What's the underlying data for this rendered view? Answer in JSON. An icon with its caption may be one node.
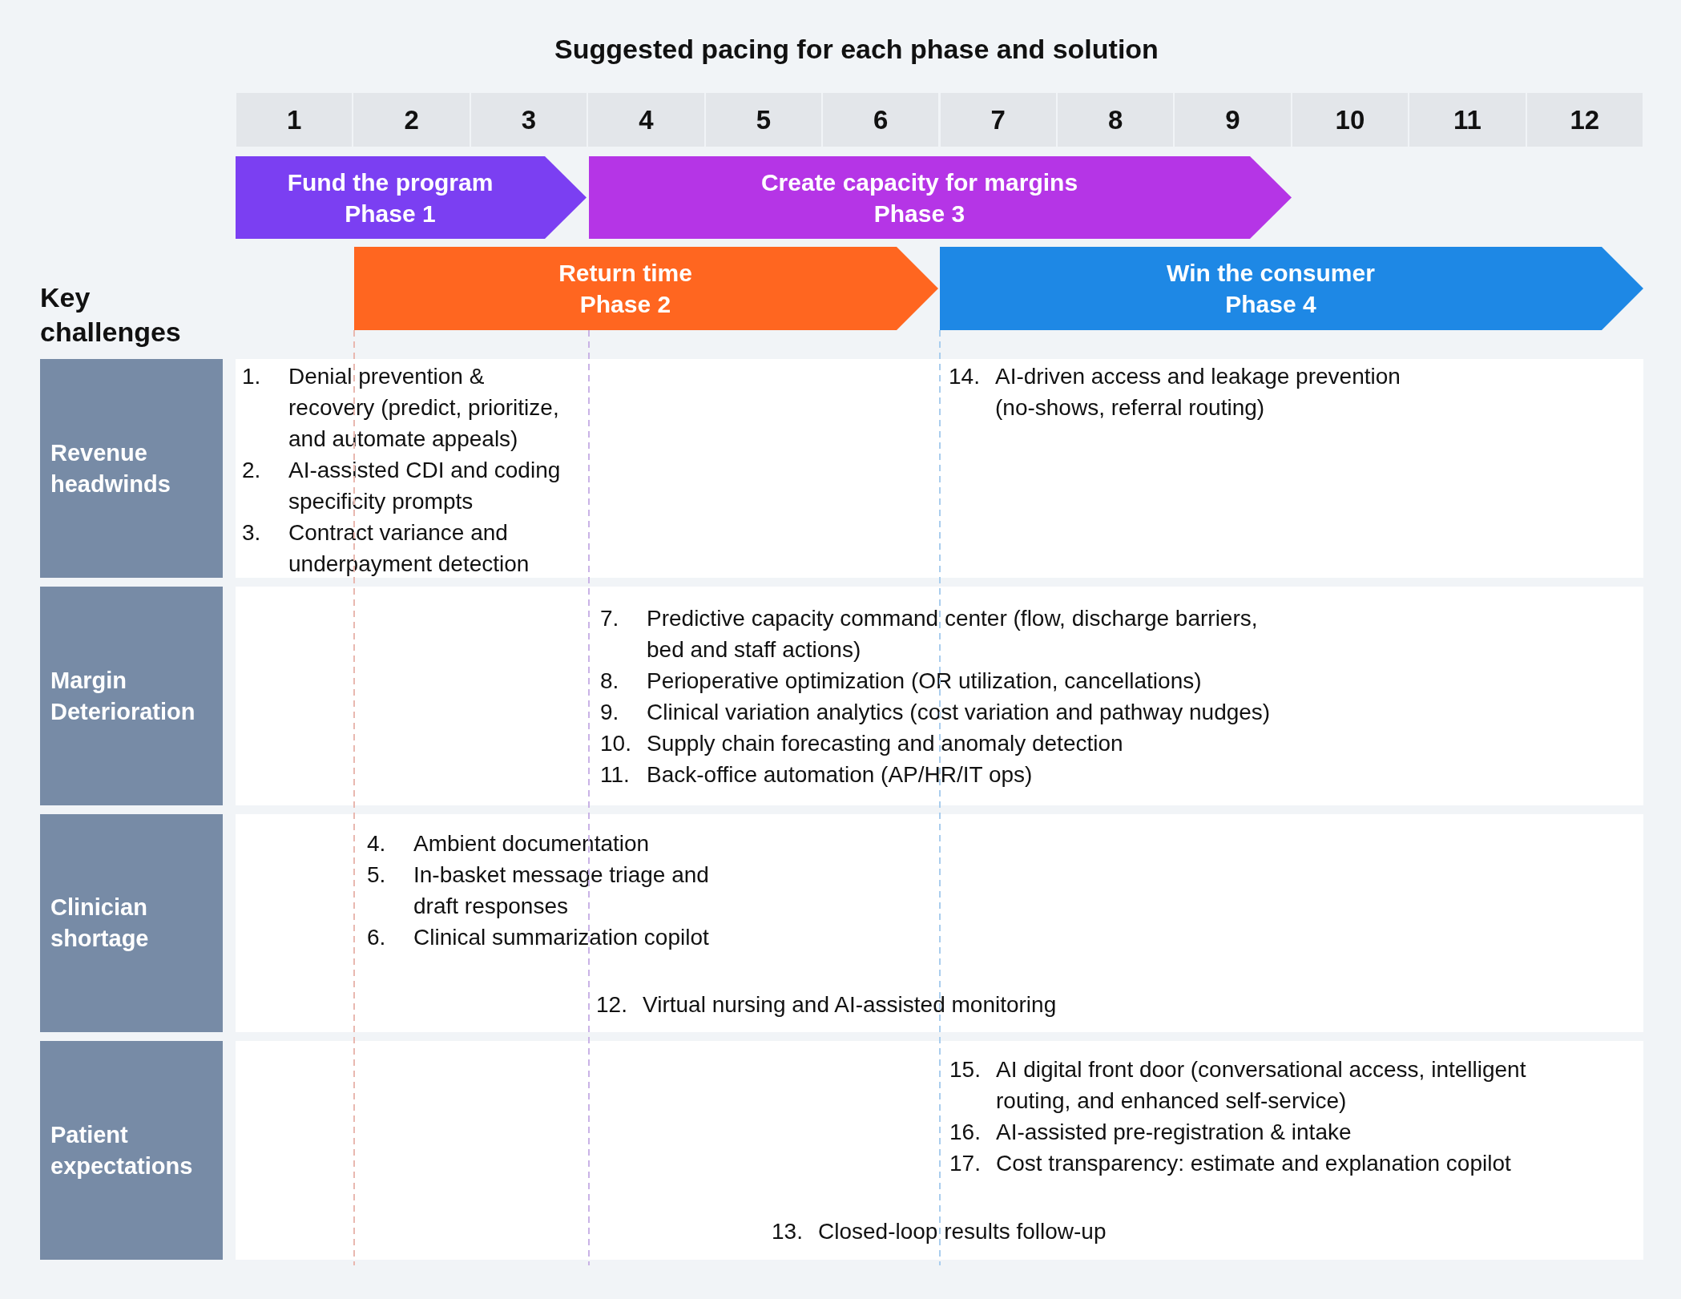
{
  "diagram": {
    "title": "Suggested pacing for each phase and solution",
    "nodes": [
      {
        "text": [
          "Fund the program",
          "Phase 1"
        ]
      },
      {
        "text": [
          "Create capacity for margins",
          "Phase 3"
        ]
      },
      {
        "text": [
          "Return time",
          "Phase 2"
        ]
      },
      {
        "text": [
          "Win the consumer",
          "Phase 4"
        ]
      },
      {
        "text": [
          "Revenue headwinds"
        ]
      },
      {
        "text": [
          "1. Denial prevention & recovery (predict, prioritize, and automate appeals)",
          "2. AI-assisted CDI and coding specificity prompts",
          "3. Contract variance and underpayment detection",
          "14. AI-driven access and leakage prevention (no-shows, referral routing)"
        ]
      },
      {
        "text": [
          "Margin Deterioration"
        ]
      },
      {
        "text": [
          "7. Predictive capacity command center (flow, discharge barriers, bed and staff actions)",
          "8. Perioperative optimization (OR utilization, cancellations)",
          "9. Clinical variation analytics (cost variation and pathway nudges)",
          "10. Supply chain forecasting and anomaly detection",
          "11. Back-office automation (AP/HR/IT ops)"
        ]
      },
      {
        "text": [
          "Clinician shortage"
        ]
      },
      {
        "text": [
          "4. Ambient documentation",
          "5. In-basket message triage and draft responses",
          "6. Clinical summarization copilot",
          "12. Virtual nursing and AI-assisted monitoring"
        ]
      },
      {
        "text": [
          "Patient expectations"
        ]
      },
      {
        "text": [
          "15. AI digital front door (conversational access, intelligent routing, and enhanced self-service)",
          "16. AI-assisted pre-registration & intake",
          "17. Cost transparency: estimate and explanation copilot",
          "13. Closed-loop results follow-up"
        ]
      }
    ],
    "edges": [],
    "labels": [
      "1",
      "2",
      "3",
      "4",
      "5",
      "6",
      "7",
      "8",
      "9",
      "10",
      "11",
      "12",
      "Key challenges"
    ]
  }
}
